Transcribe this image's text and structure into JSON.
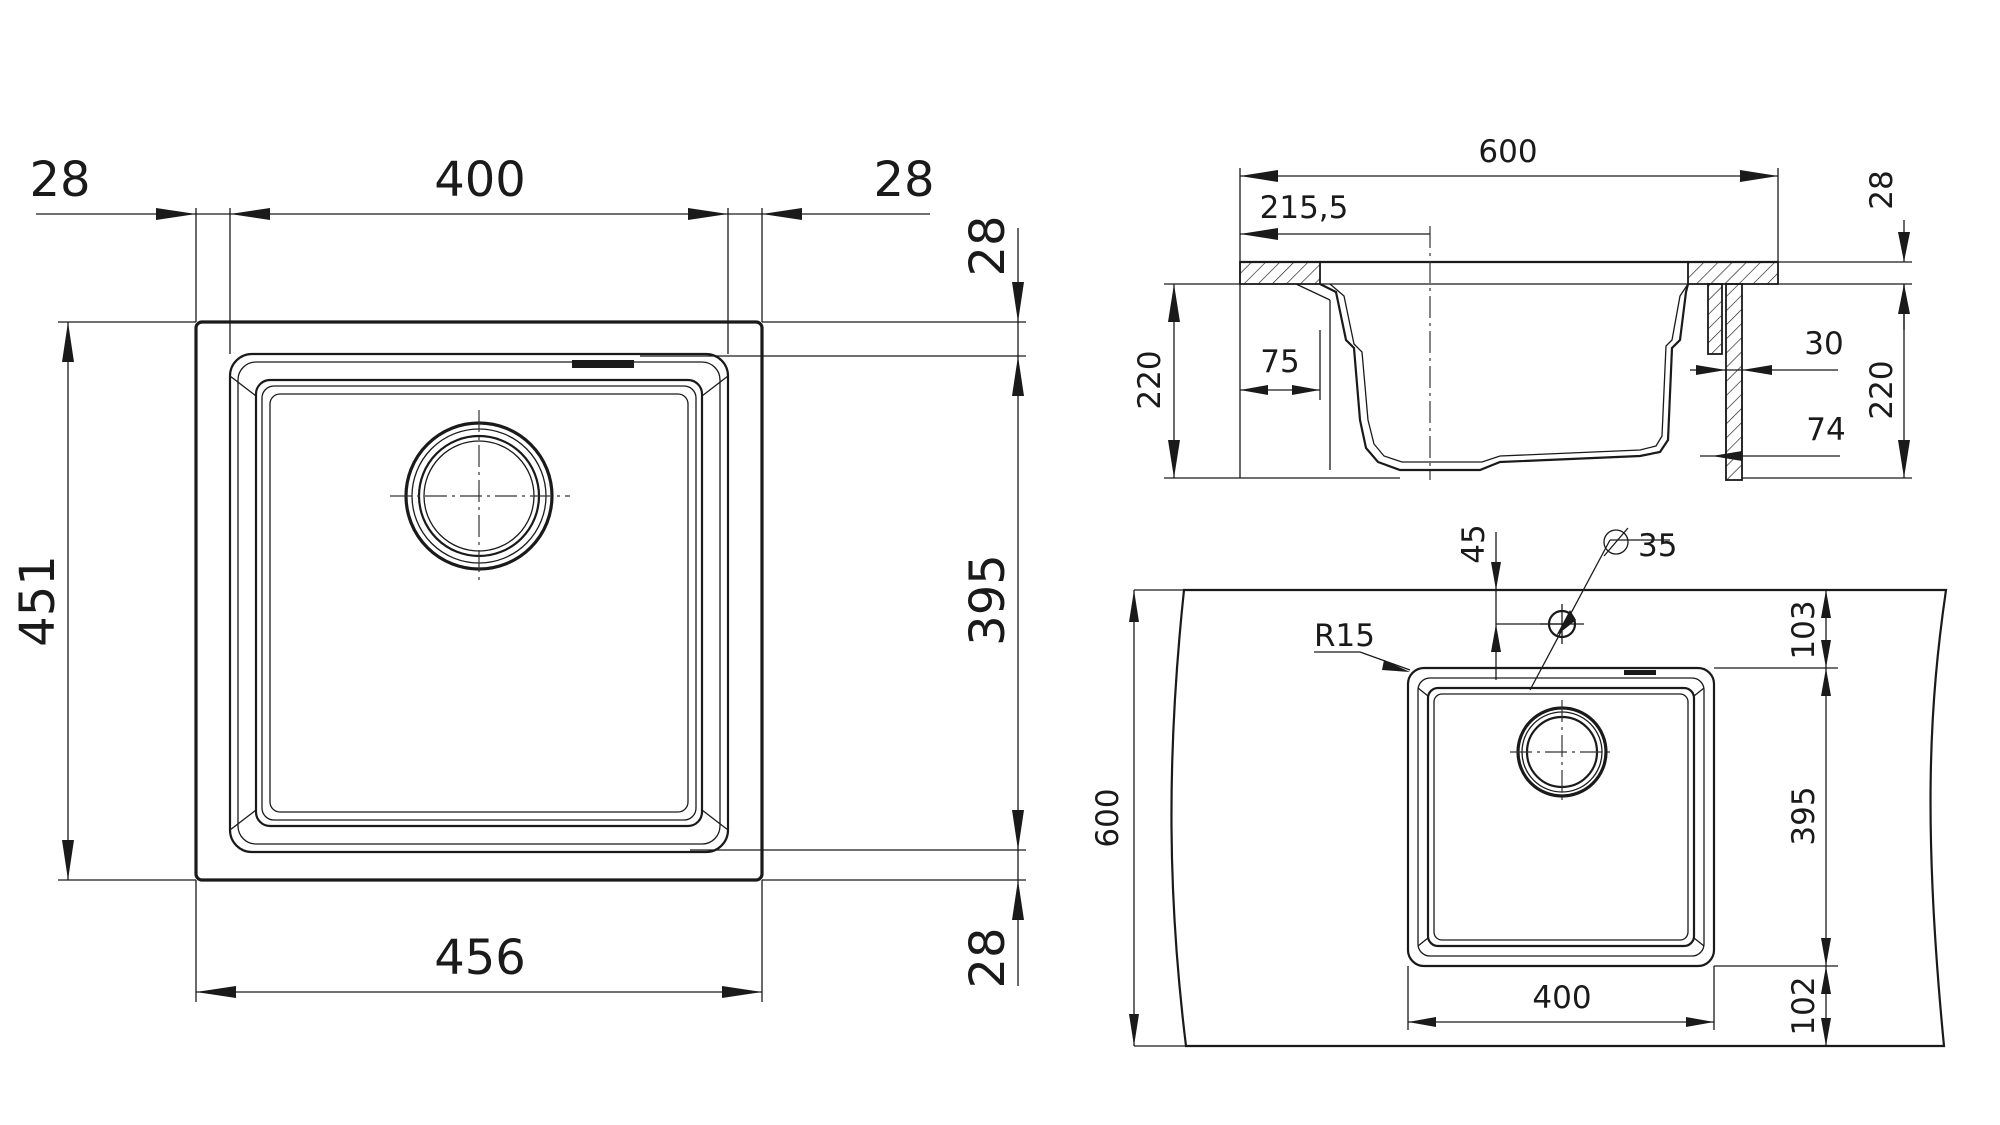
{
  "top_view": {
    "dim_left_28": "28",
    "dim_400": "400",
    "dim_right_28": "28",
    "dim_top_28": "28",
    "dim_451": "451",
    "dim_395": "395",
    "dim_456": "456",
    "dim_bottom_28": "28"
  },
  "section_view": {
    "dim_600": "600",
    "dim_215_5": "215,5",
    "dim_28": "28",
    "dim_220_left": "220",
    "dim_75": "75",
    "dim_30": "30",
    "dim_220_right": "220",
    "dim_74": "74"
  },
  "cutout_view": {
    "dim_45": "45",
    "dim_dia_35": "35",
    "dim_r15": "R15",
    "dim_103": "103",
    "dim_600": "600",
    "dim_395": "395",
    "dim_400": "400",
    "dim_102": "102"
  },
  "icons": {
    "diameter_symbol": "diameter-icon"
  }
}
